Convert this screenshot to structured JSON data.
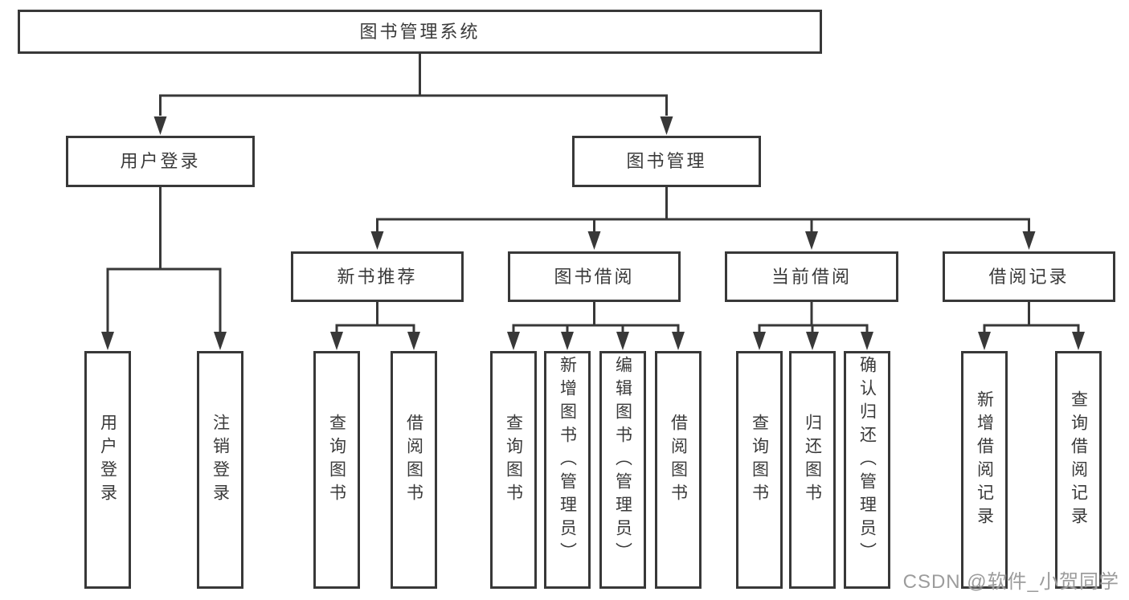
{
  "colors": {
    "line": "#383838",
    "text": "#3a3a3a",
    "background": "#ffffff",
    "watermark": "#9c9c9c"
  },
  "watermark": "CSDN @软件_小贺同学",
  "diagram": {
    "type": "hierarchy-tree",
    "root": {
      "label": "图书管理系统",
      "children": [
        {
          "label": "用户登录",
          "children": [
            {
              "label": "用户登录"
            },
            {
              "label": "注销登录"
            }
          ]
        },
        {
          "label": "图书管理",
          "children": [
            {
              "label": "新书推荐",
              "children": [
                {
                  "label": "查询图书"
                },
                {
                  "label": "借阅图书"
                }
              ]
            },
            {
              "label": "图书借阅",
              "children": [
                {
                  "label": "查询图书"
                },
                {
                  "label": "新增图书（管理员）"
                },
                {
                  "label": "编辑图书（管理员）"
                },
                {
                  "label": "借阅图书"
                }
              ]
            },
            {
              "label": "当前借阅",
              "children": [
                {
                  "label": "查询图书"
                },
                {
                  "label": "归还图书"
                },
                {
                  "label": "确认归还（管理员）"
                }
              ]
            },
            {
              "label": "借阅记录",
              "children": [
                {
                  "label": "新增借阅记录"
                },
                {
                  "label": "查询借阅记录"
                }
              ]
            }
          ]
        }
      ]
    }
  }
}
